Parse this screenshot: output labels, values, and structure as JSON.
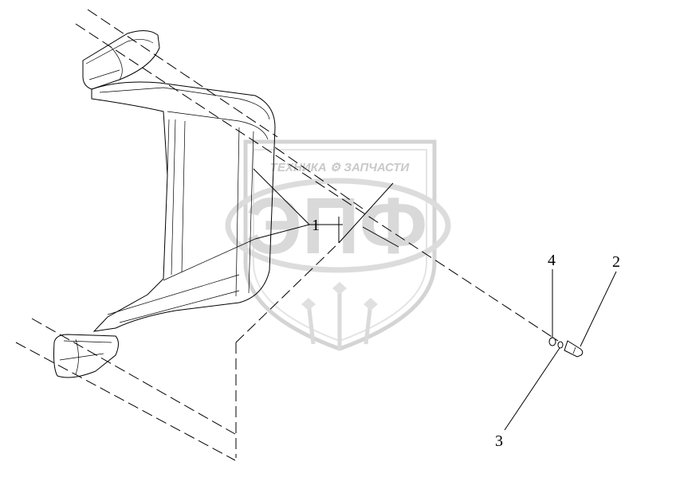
{
  "watermark": {
    "top_text": "ТЕХНИКА ⚙ ЗАПЧАСТИ",
    "big_text": "ЭПФ",
    "color": "#d0d0d0"
  },
  "callouts": [
    "1",
    "2",
    "3",
    "4"
  ],
  "colors": {
    "line": "#000000",
    "background": "#ffffff"
  }
}
